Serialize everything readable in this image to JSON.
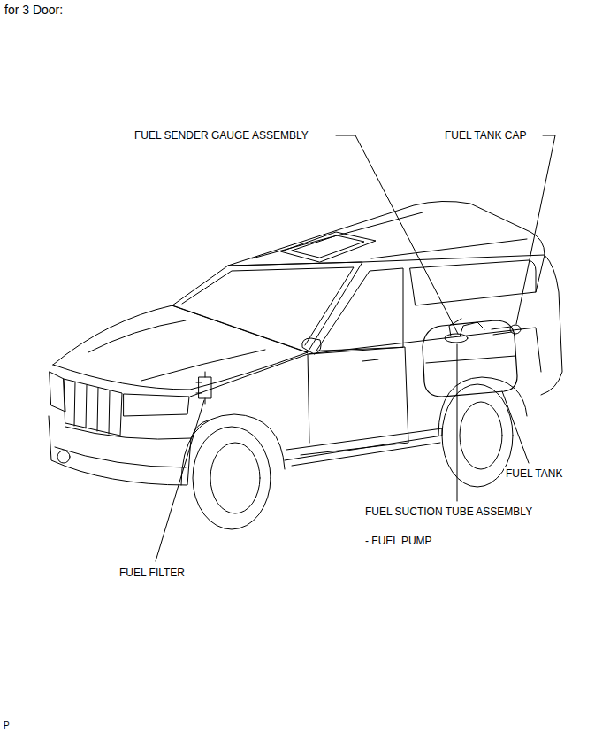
{
  "diagram": {
    "title": "for 3 Door:",
    "labels": [
      "FUEL SENDER GAUGE ASSEMBLY",
      "FUEL TANK CAP",
      "FUEL TANK",
      "FUEL SUCTION TUBE ASSEMBLY",
      "- FUEL PUMP",
      "FUEL FILTER",
      "P"
    ]
  }
}
